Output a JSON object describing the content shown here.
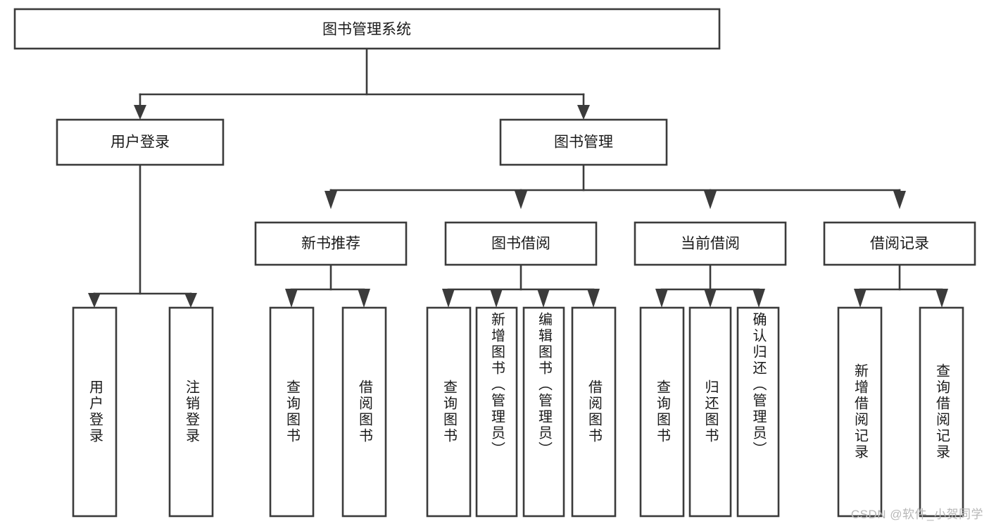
{
  "diagram": {
    "type": "tree-hierarchy",
    "title": "图书管理系统",
    "orientation": "top-down",
    "root": {
      "id": "root",
      "label": "图书管理系统",
      "level": 0
    },
    "level2": [
      {
        "id": "user-login",
        "label": "用户登录",
        "level": 1
      },
      {
        "id": "book-manage",
        "label": "图书管理",
        "level": 1
      }
    ],
    "level3": [
      {
        "id": "new-book-rec",
        "label": "新书推荐",
        "level": 2,
        "parent": "book-manage"
      },
      {
        "id": "book-borrow",
        "label": "图书借阅",
        "level": 2,
        "parent": "book-manage"
      },
      {
        "id": "current-borrow",
        "label": "当前借阅",
        "level": 2,
        "parent": "book-manage"
      },
      {
        "id": "borrow-record",
        "label": "借阅记录",
        "level": 2,
        "parent": "book-manage"
      }
    ],
    "leaves": [
      {
        "id": "leaf-user-login",
        "label": "用户登录",
        "parent": "user-login"
      },
      {
        "id": "leaf-user-logout",
        "label": "注销登录",
        "parent": "user-login"
      },
      {
        "id": "leaf-query-book-1",
        "label": "查询图书",
        "parent": "new-book-rec"
      },
      {
        "id": "leaf-borrow-book-1",
        "label": "借阅图书",
        "parent": "new-book-rec"
      },
      {
        "id": "leaf-query-book-2",
        "label": "查询图书",
        "parent": "book-borrow"
      },
      {
        "id": "leaf-add-book",
        "label": "新增图书（管理员）",
        "parent": "book-borrow"
      },
      {
        "id": "leaf-edit-book",
        "label": "编辑图书（管理员）",
        "parent": "book-borrow"
      },
      {
        "id": "leaf-borrow-book-2",
        "label": "借阅图书",
        "parent": "book-borrow"
      },
      {
        "id": "leaf-query-book-3",
        "label": "查询图书",
        "parent": "current-borrow"
      },
      {
        "id": "leaf-return-book",
        "label": "归还图书",
        "parent": "current-borrow"
      },
      {
        "id": "leaf-confirm-return",
        "label": "确认归还（管理员）",
        "parent": "current-borrow"
      },
      {
        "id": "leaf-add-record",
        "label": "新增借阅记录",
        "parent": "borrow-record"
      },
      {
        "id": "leaf-query-record",
        "label": "查询借阅记录",
        "parent": "borrow-record"
      }
    ],
    "colors": {
      "stroke": "#3b3b3b",
      "fill": "#ffffff",
      "text": "#1a1a1a",
      "watermark": "#b7b7b7"
    }
  },
  "watermark": {
    "text": "CSDN @软件_小贺同学"
  }
}
